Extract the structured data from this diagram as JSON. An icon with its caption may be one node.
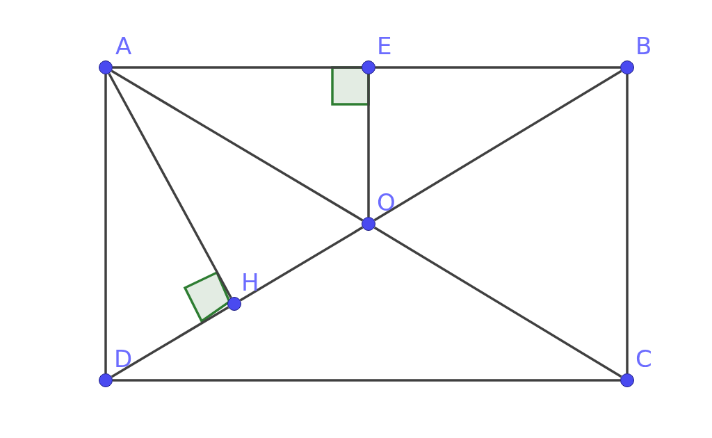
{
  "diagram": {
    "nodes": [
      {
        "text": [
          "A"
        ]
      },
      {
        "text": [
          "E"
        ]
      },
      {
        "text": [
          "B"
        ]
      },
      {
        "text": [
          "O"
        ]
      },
      {
        "text": [
          "H"
        ]
      },
      {
        "text": [
          "D"
        ]
      },
      {
        "text": [
          "C"
        ]
      }
    ],
    "edges": [
      {
        "from": 0,
        "to": 1,
        "arrow": "none"
      },
      {
        "from": 1,
        "to": 2,
        "arrow": "none"
      },
      {
        "from": 0,
        "to": 5,
        "arrow": "none"
      },
      {
        "from": 2,
        "to": 6,
        "arrow": "none"
      },
      {
        "from": 5,
        "to": 6,
        "arrow": "none"
      },
      {
        "from": 0,
        "to": 3,
        "arrow": "none"
      },
      {
        "from": 3,
        "to": 6,
        "arrow": "none"
      },
      {
        "from": 5,
        "to": 4,
        "arrow": "none"
      },
      {
        "from": 4,
        "to": 3,
        "arrow": "none"
      },
      {
        "from": 3,
        "to": 2,
        "arrow": "none"
      },
      {
        "from": 0,
        "to": 4,
        "arrow": "none"
      },
      {
        "from": 1,
        "to": 3,
        "arrow": "none"
      }
    ]
  }
}
